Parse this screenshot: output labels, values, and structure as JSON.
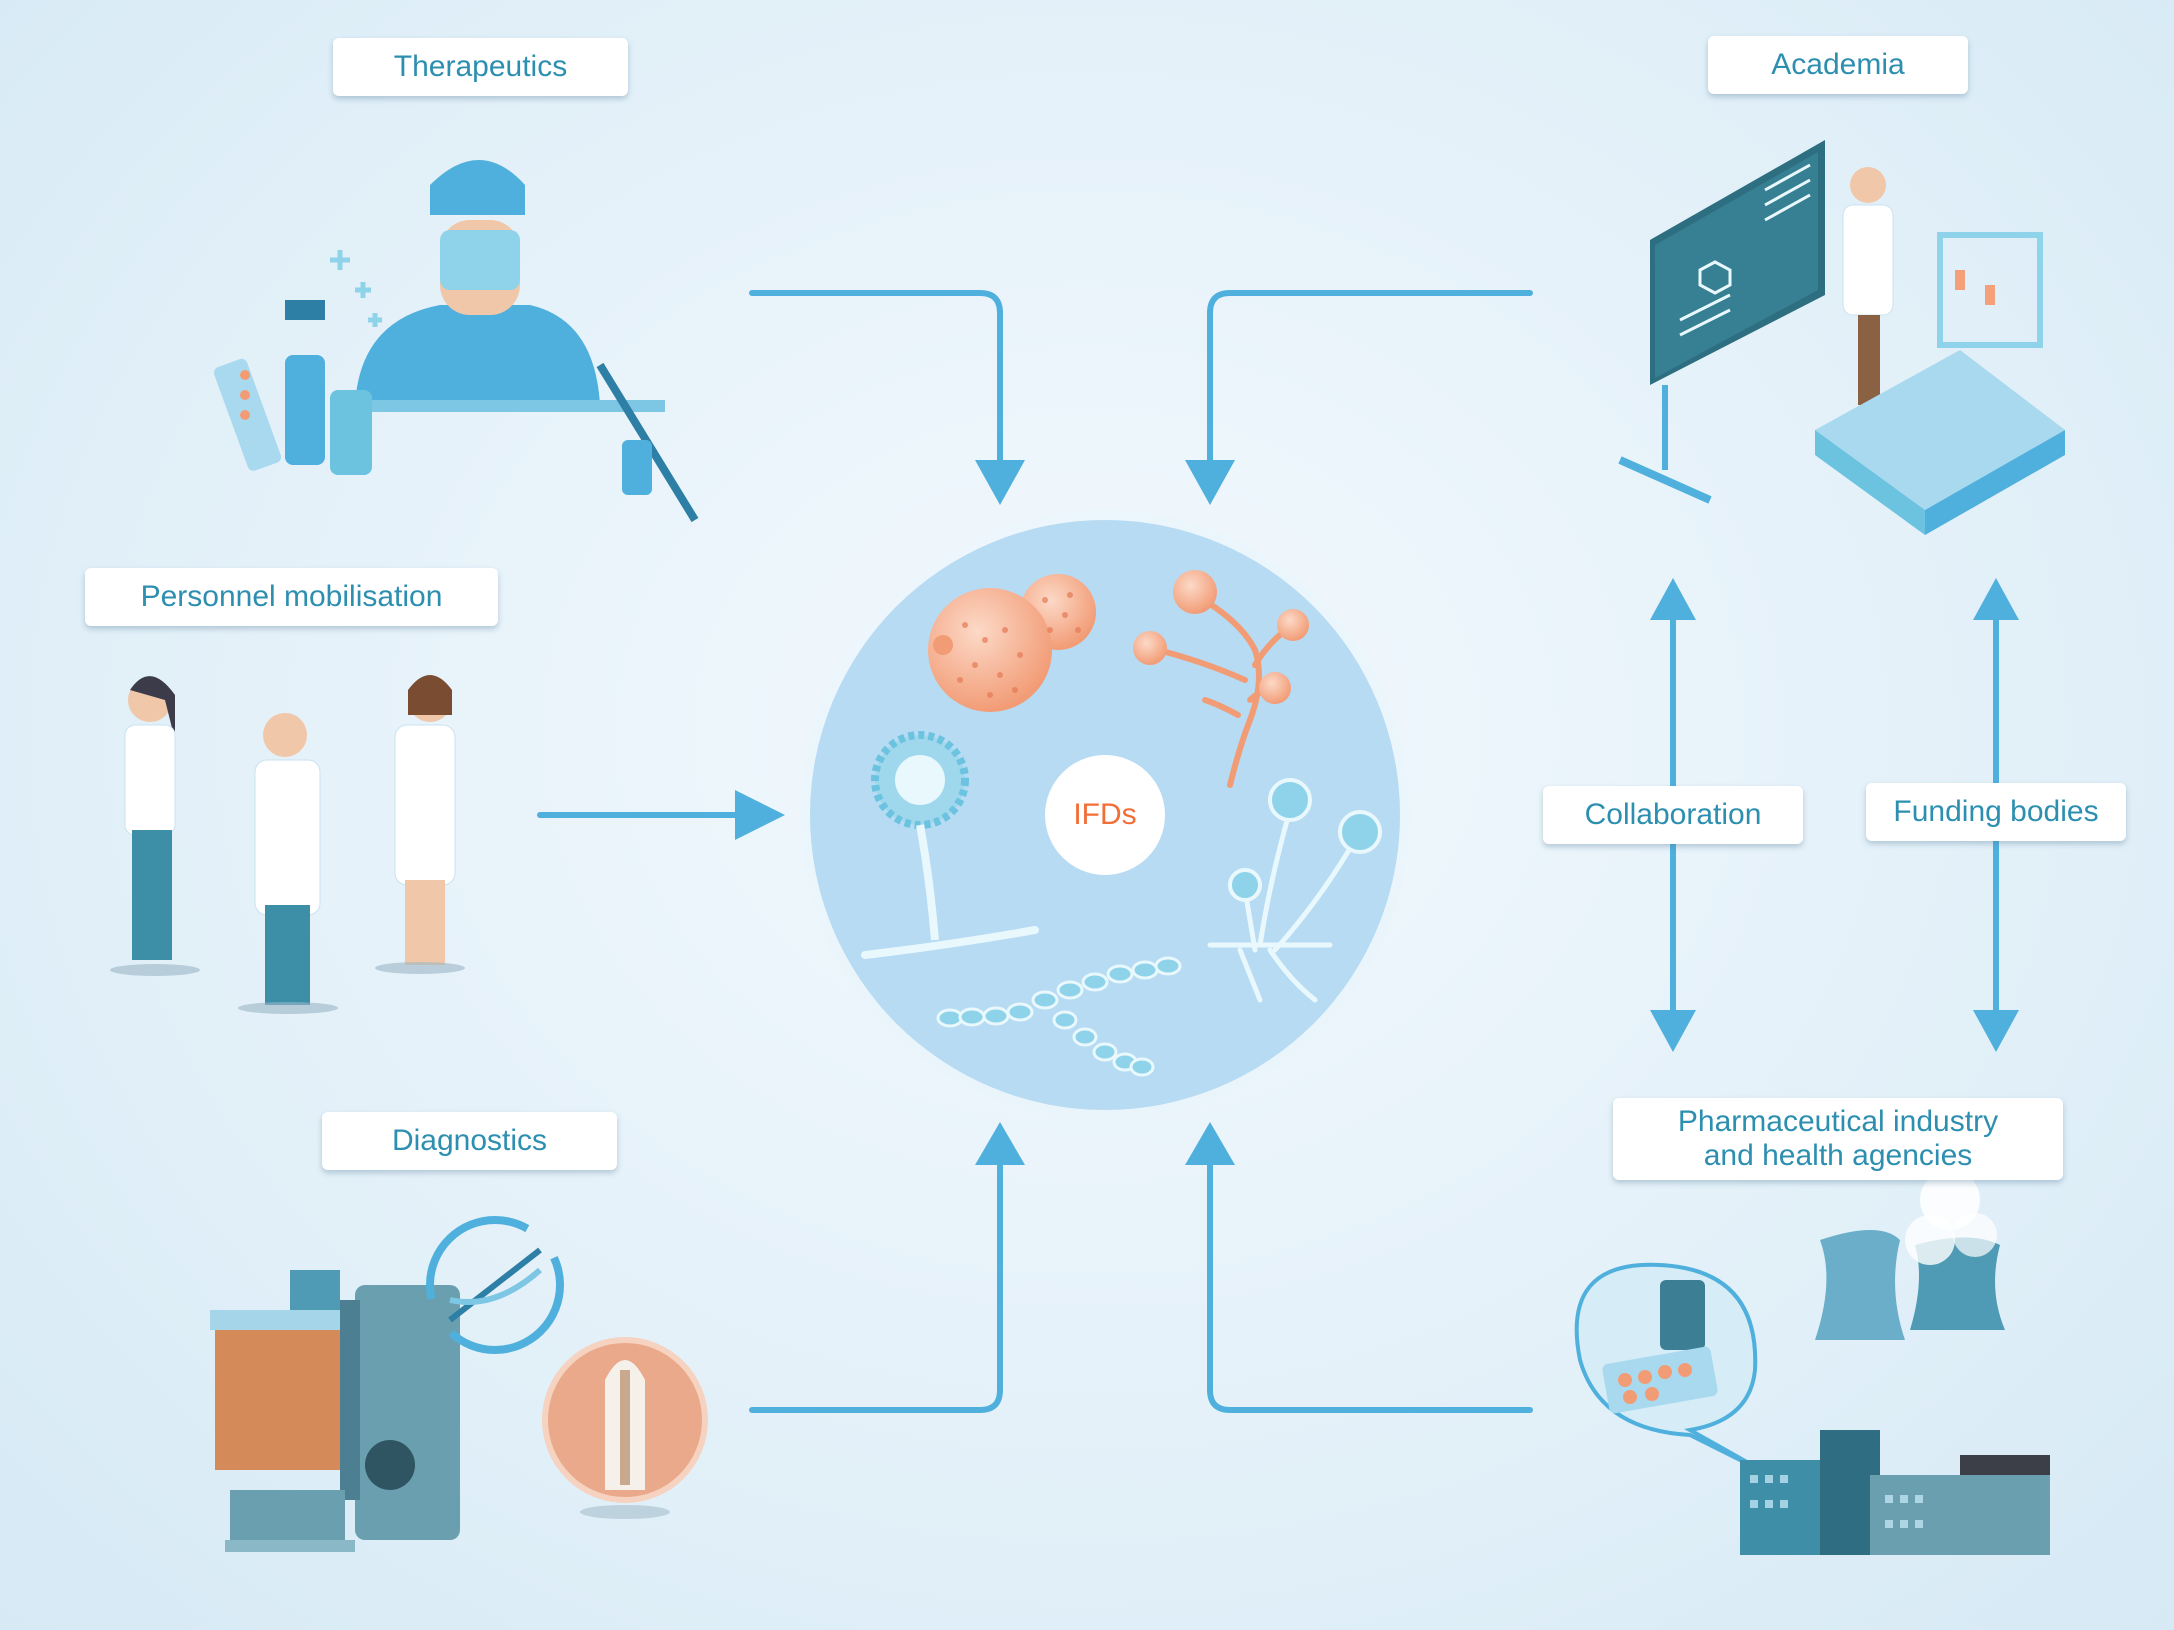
{
  "labels": {
    "therapeutics": "Therapeutics",
    "personnel": "Personnel mobilisation",
    "diagnostics": "Diagnostics",
    "academia": "Academia",
    "collaboration": "Collaboration",
    "funding": "Funding bodies",
    "pharma_line1": "Pharmaceutical industry",
    "pharma_line2": "and health agencies",
    "center": "IFDs"
  },
  "colors": {
    "arrow": "#4fb0dd",
    "label_text": "#2d8fb0",
    "center_text": "#f36d36",
    "circle": "#b6dbf3",
    "fungus_orange": "#f4a07a",
    "fungus_blue": "#8fd3ea"
  },
  "icons": [
    "surgeon-icon",
    "medical-staff-icon",
    "lab-equipment-icon",
    "dna-icon",
    "test-strip-icon",
    "scientist-lab-icon",
    "factory-icon",
    "pills-bubble-icon"
  ]
}
